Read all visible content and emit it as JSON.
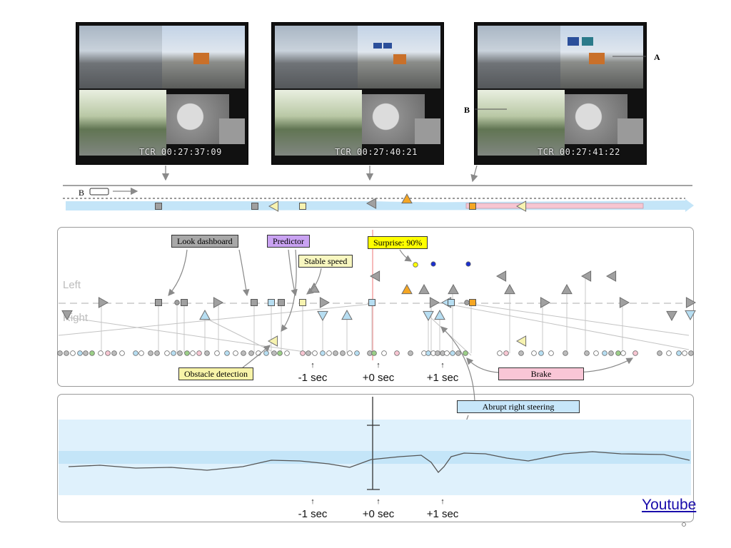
{
  "frames": [
    {
      "timecode": "TCR 00:27:37:09"
    },
    {
      "timecode": "TCR 00:27:40:21"
    },
    {
      "timecode": "TCR 00:27:41:22"
    }
  ],
  "callouts": {
    "a": "A",
    "b": "B"
  },
  "overview": {
    "b_label": "B"
  },
  "events": {
    "labels": {
      "look_dashboard": "Look dashboard",
      "predictor": "Predictor",
      "stable_speed": "Stable speed",
      "surprise": "Surprise: 90%",
      "obstacle_detection": "Obstacle detection",
      "brake": "Brake",
      "abrupt_right_steering": "Abrupt right steering"
    },
    "lanes": {
      "left": "Left",
      "right": "Right"
    },
    "ticks": [
      "-1 sec",
      "+0 sec",
      "+1 sec"
    ]
  },
  "steering": {
    "ticks": [
      "-1 sec",
      "+0 sec",
      "+1 sec"
    ]
  },
  "link": {
    "label": "Youtube"
  },
  "colors": {
    "gray_marker": "#a0a0a0",
    "blue_marker": "#b7def2",
    "yellow_marker": "#f7f3b0",
    "orange_marker": "#f5a623",
    "pink_bar": "#f7c6d2",
    "band_light": "#dff1fc",
    "band_mid": "#c4e5f8",
    "look_dashboard_bg": "#a8a8a8",
    "predictor_bg": "#c9a2f2",
    "stable_speed_bg": "#f8f7c0",
    "surprise_bg": "#ffff00",
    "obstacle_bg": "#f8f4a8",
    "brake_bg": "#f9c6d6",
    "steering_bg": "#c7e6fa"
  }
}
